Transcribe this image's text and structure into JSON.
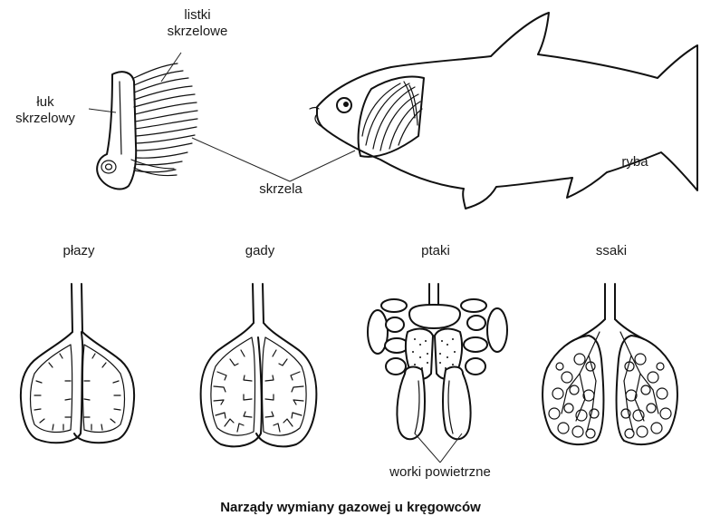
{
  "labels": {
    "listki_skrzelowe": "listki\nskrzelowe",
    "luk_skrzelowy": "łuk\nskrzelowy",
    "skrzela": "skrzela",
    "ryba": "ryba",
    "plazy": "płazy",
    "gady": "gady",
    "ptaki": "ptaki",
    "ssaki": "ssaki",
    "worki_powietrzne": "worki powietrzne"
  },
  "caption": "Narządy wymiany gazowej u kręgowców"
}
